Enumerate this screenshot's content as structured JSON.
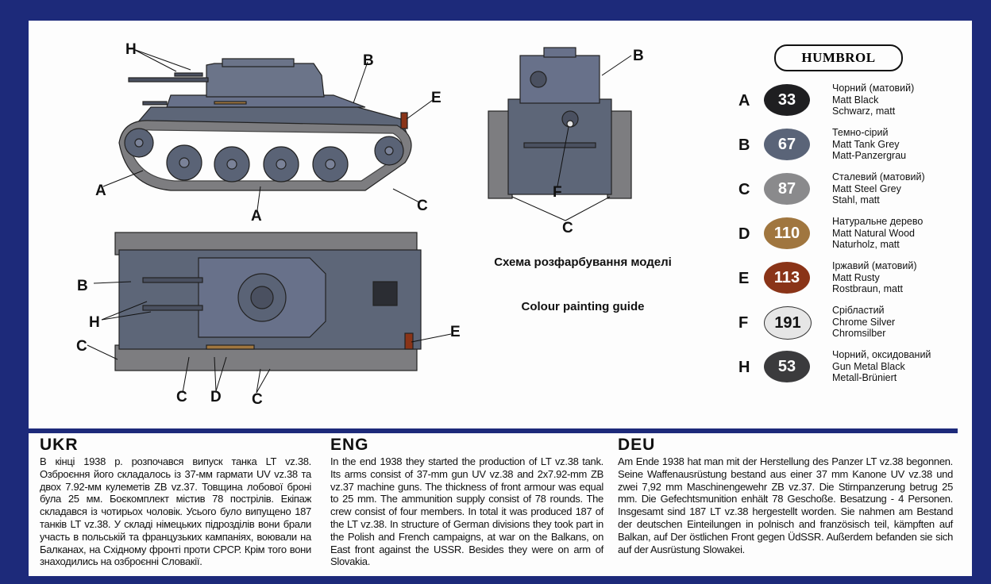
{
  "brand": "HUMBROL",
  "guide": {
    "ukr": "Схема розфарбування моделі",
    "eng": "Colour painting guide"
  },
  "callouts": {
    "side": [
      "H",
      "B",
      "E",
      "A",
      "A",
      "C"
    ],
    "front": [
      "B",
      "F",
      "C"
    ],
    "top": [
      "B",
      "H",
      "C",
      "C",
      "D",
      "C",
      "E"
    ]
  },
  "paints": [
    {
      "letter": "A",
      "code": "33",
      "color": "#1f1f21",
      "text_color": "#ffffff",
      "lines": [
        "Чорний (матовий)",
        "Matt Black",
        "Schwarz, matt"
      ]
    },
    {
      "letter": "B",
      "code": "67",
      "color": "#5a6478",
      "text_color": "#ffffff",
      "lines": [
        "Темно-сірий",
        "Matt Tank Grey",
        "Matt-Panzergrau"
      ]
    },
    {
      "letter": "C",
      "code": "87",
      "color": "#8a8a8c",
      "text_color": "#ffffff",
      "lines": [
        "Сталевий (матовий)",
        "Matt Steel Grey",
        "Stahl, matt"
      ]
    },
    {
      "letter": "D",
      "code": "110",
      "color": "#a0763f",
      "text_color": "#ffffff",
      "lines": [
        "Натуральне дерево",
        "Matt Natural Wood",
        "Naturholz, matt"
      ]
    },
    {
      "letter": "E",
      "code": "113",
      "color": "#8a3418",
      "text_color": "#ffffff",
      "lines": [
        "Іржавий (матовий)",
        "Matt Rusty",
        "Rostbraun, matt"
      ]
    },
    {
      "letter": "F",
      "code": "191",
      "color": "#e6e6e6",
      "text_color": "#111111",
      "lines": [
        "Срібластий",
        "Chrome Silver",
        "Chromsilber"
      ]
    },
    {
      "letter": "H",
      "code": "53",
      "color": "#3b3b3d",
      "text_color": "#ffffff",
      "lines": [
        "Чорний, оксидований",
        "Gun Metal Black",
        "Metall-Brüniert"
      ]
    }
  ],
  "sections": [
    {
      "heading": "UKR",
      "text": "В кінці 1938 р. розпочався випуск танка LT vz.38. Озброєння його складалось із 37-мм гармати UV vz.38 та двох 7.92-мм кулеметів ZB vz.37. Товщина лобової броні була 25 мм. Боєкомплект містив 78 пострілів. Екіпаж складався із чотирьох чоловік. Усього було випущено 187 танків LT vz.38. У складі німецьких підрозділів вони брали участь в польській та французьких кампаніях, воювали на Балканах, на Східному фронті проти СРСР. Крім того вони знаходились на озброєнні Словакії."
    },
    {
      "heading": "ENG",
      "text": "In the end 1938 they started the production of LT vz.38 tank. Its arms consist of 37-mm gun UV vz.38 and 2x7.92-mm ZB vz.37 machine guns. The thickness of front armour was equal to 25 mm. The ammunition supply consist of 78 rounds. The crew consist of four members. In total it was produced 187 of the LT vz.38. In structure of German divisions they took part in the Polish and French campaigns, at war on the Balkans, on East front against the USSR. Besides they were on arm of Slovakia."
    },
    {
      "heading": "DEU",
      "text": "Am Ende 1938 hat man mit der Herstellung des Panzer LT vz.38 begonnen. Seine Waffenausrüstung bestand aus einer 37 mm Kanone UV vz.38 und zwei 7,92 mm Maschinengewehr ZB vz.37. Die Stirnpanzerung betrug 25 mm. Die Gefechtsmunition enhält 78 Geschoße. Besatzung - 4 Personen. Insgesamt sind 187 LT vz.38 hergestellt worden. Sie nahmen am Bestand der deutschen Einteilungen in polnisch and französisch teil, kämpften auf Balkan, auf Der östlichen Front gegen ÜdSSR. Außerdem befanden sie sich auf der Ausrüstung Slowakei."
    }
  ]
}
